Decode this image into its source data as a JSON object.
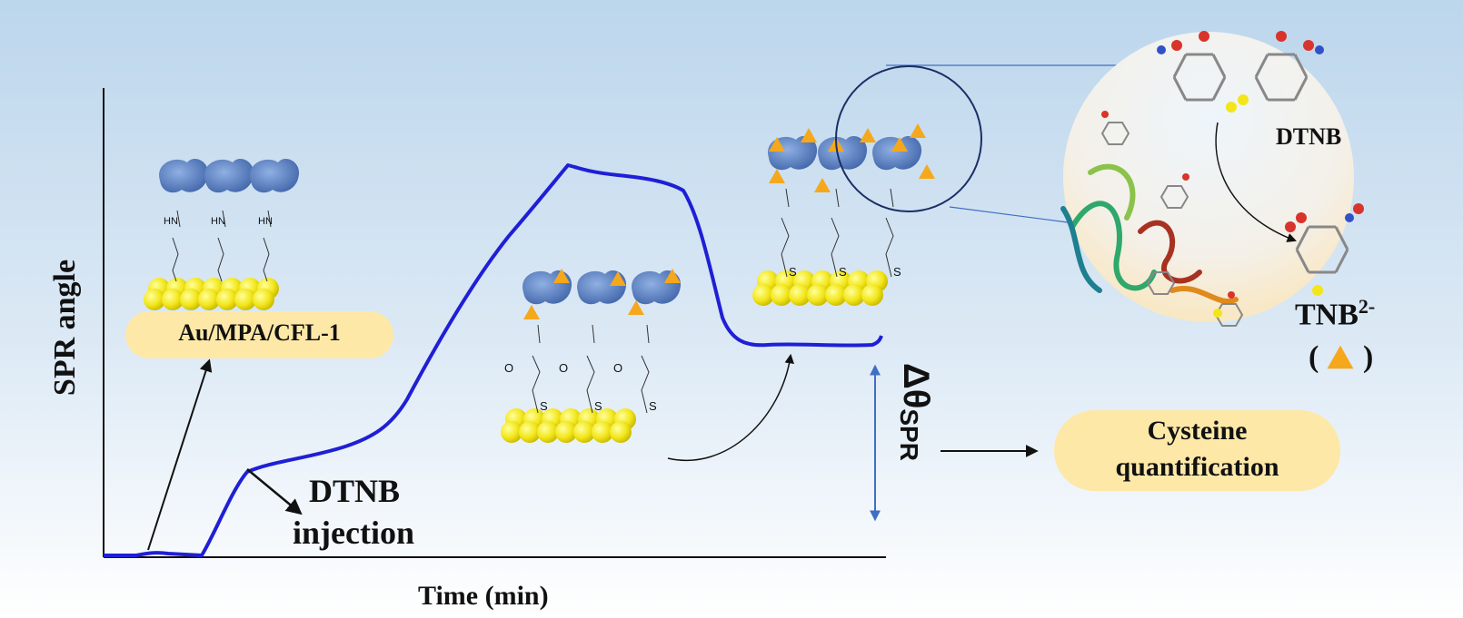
{
  "axes": {
    "y_label": "SPR angle",
    "x_label": "Time (min)"
  },
  "labels": {
    "surface": "Au/MPA/CFL-1",
    "injection_line1": "DTNB",
    "injection_line2": "injection",
    "delta_main": "Δθ",
    "delta_sub": "SPR",
    "quant_line1": "Cysteine",
    "quant_line2": "quantification",
    "dtnb": "DTNB",
    "tnb_main": "TNB",
    "tnb_sup": "2-",
    "paren_open": "(",
    "paren_close": ")"
  },
  "molecule_labels": {
    "hn": "HN",
    "s": "S",
    "o": "O"
  },
  "colors": {
    "curve": "#1f1fd6",
    "background_top": "#bcd6ec",
    "background_bottom": "#ffffff",
    "gold": "#f2e61a",
    "protein": "#5b7fbf",
    "product": "#f5a81c",
    "badge": "#fde8a8",
    "circle_border": "#1a2f66"
  }
}
